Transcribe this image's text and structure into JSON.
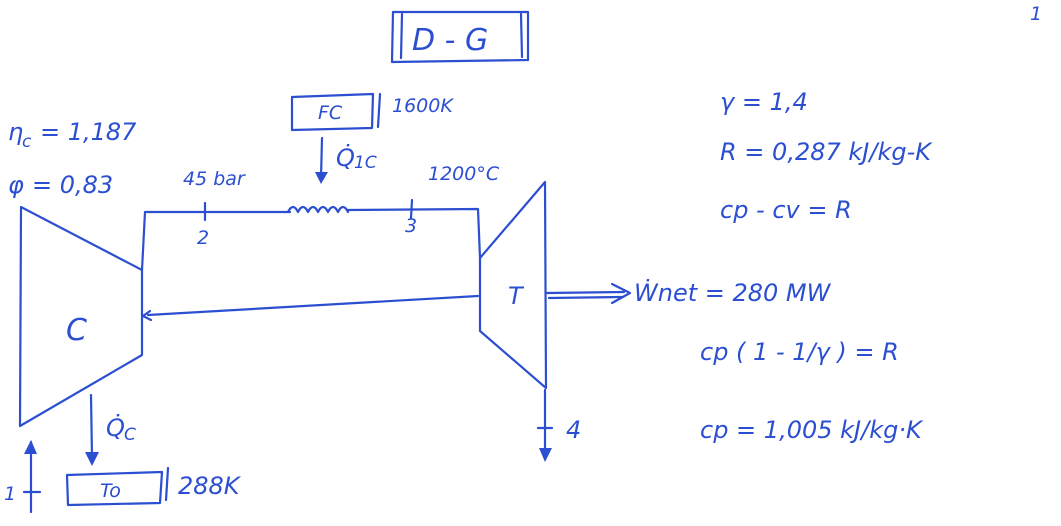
{
  "title": "D - G",
  "page_number": "1",
  "compressor": {
    "label": "C",
    "eta_symbol": "η",
    "eta_sub": "c",
    "eta_value": "= 1,187",
    "phi_symbol": "φ",
    "phi_value": "= 0,83"
  },
  "turbine": {
    "label": "T"
  },
  "combustor": {
    "box_label": "FC",
    "temperature": "1600K",
    "heat_symbol": "Q̇",
    "heat_sub": "1C"
  },
  "cooler": {
    "box_label": "To",
    "temperature": "288K",
    "heat_symbol": "Q̇",
    "heat_sub": "C"
  },
  "states": {
    "s1": "1",
    "s2": "2",
    "s3": "3",
    "s4": "4",
    "p2": "45 bar",
    "t3": "1200°C"
  },
  "work": {
    "label": "Ẇnet = 280 MW"
  },
  "properties": {
    "gamma": "γ = 1,4",
    "r": "R = 0,287 kJ/kg-K",
    "cp_cv": "cp - cv = R",
    "relation": "cp ( 1 - 1/γ ) = R",
    "cp": "cp = 1,005 kJ/kg·K"
  }
}
